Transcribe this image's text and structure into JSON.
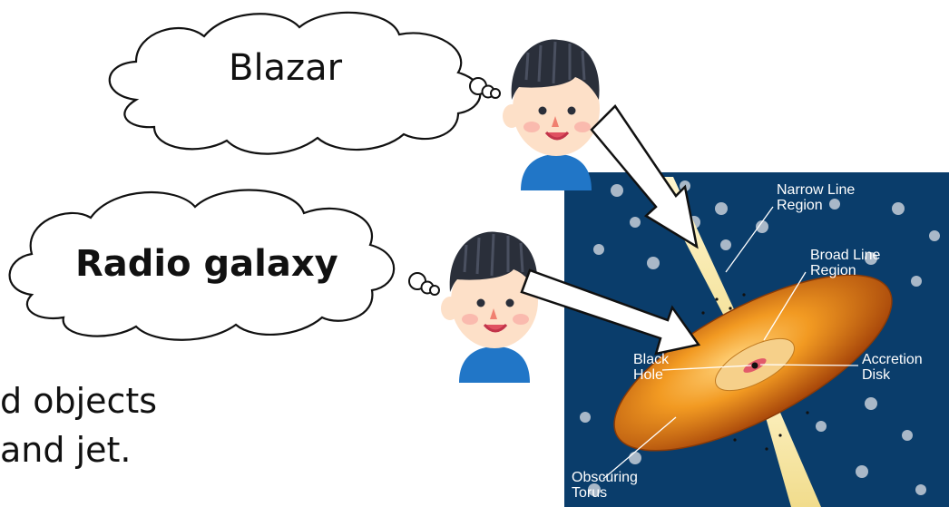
{
  "thought_bubbles": {
    "blazar": "Blazar",
    "radio_galaxy": "Radio galaxy"
  },
  "caption": {
    "line1": "d objects",
    "line2": "and jet."
  },
  "agn_labels": {
    "narrow_line": [
      "Narrow Line",
      "Region"
    ],
    "broad_line": [
      "Broad Line",
      "Region"
    ],
    "black_hole": [
      "Black",
      "Hole"
    ],
    "accretion": [
      "Accretion",
      "Disk"
    ],
    "torus": [
      "Obscuring",
      "Torus"
    ]
  },
  "colors": {
    "agn_background": "#0a3d6b",
    "torus": "#e07a10",
    "jet": "#f6e6a0",
    "shirt": "#2176c7",
    "hair": "#2a2f3a",
    "skin": "#fde0c8",
    "arrow_fill": "#ffffff",
    "arrow_stroke": "#111111"
  },
  "icons": [
    "cloud-thought-bubble",
    "boy-character",
    "hollow-arrow"
  ]
}
